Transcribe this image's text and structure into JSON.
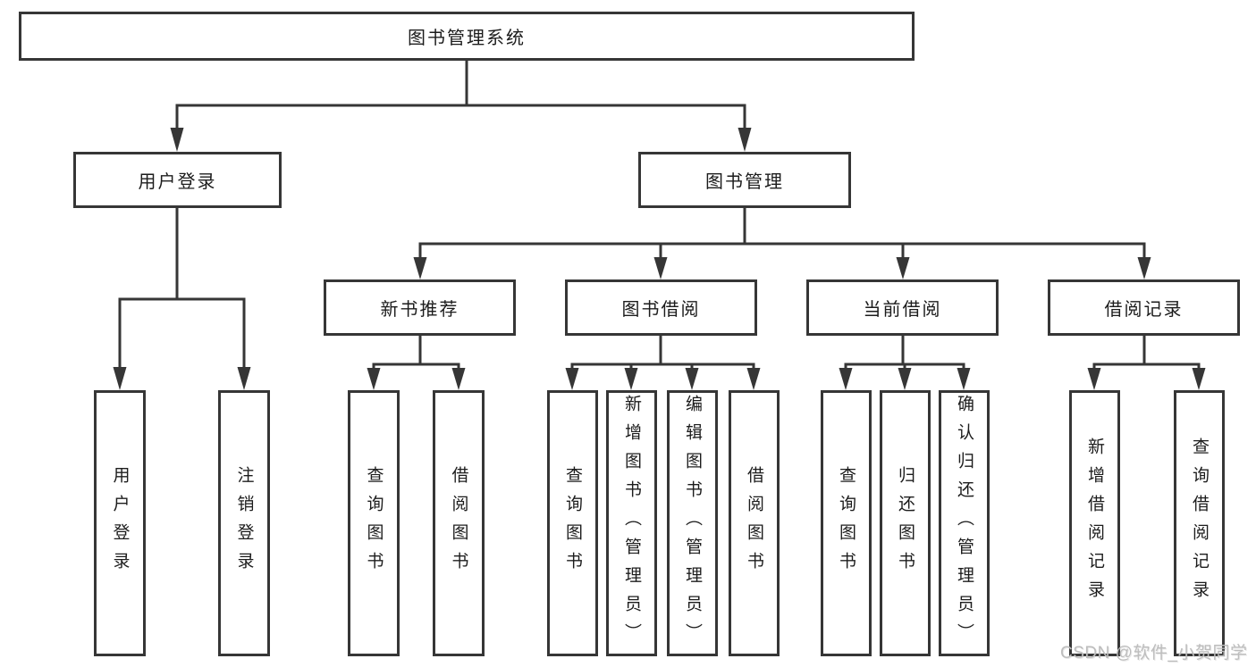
{
  "diagram": {
    "root": {
      "label": "图书管理系统"
    },
    "level2": [
      {
        "label": "用户登录"
      },
      {
        "label": "图书管理"
      }
    ],
    "level3": [
      {
        "label": "新书推荐"
      },
      {
        "label": "图书借阅"
      },
      {
        "label": "当前借阅"
      },
      {
        "label": "借阅记录"
      }
    ],
    "leaves": {
      "user_login": [
        "用户登录",
        "注销登录"
      ],
      "new_books": [
        "查询图书",
        "借阅图书"
      ],
      "book_borrow": [
        "查询图书",
        "新增图书（管理员）",
        "编辑图书（管理员）",
        "借阅图书"
      ],
      "current_borrow": [
        "查询图书",
        "归还图书",
        "确认归还（管理员）"
      ],
      "borrow_records": [
        "新增借阅记录",
        "查询借阅记录"
      ]
    },
    "line_color": "#363636",
    "text_color": "#1c1c1c"
  },
  "watermark": {
    "text": "CSDN @软件_小贺同学",
    "color": "#bdbdbd"
  }
}
